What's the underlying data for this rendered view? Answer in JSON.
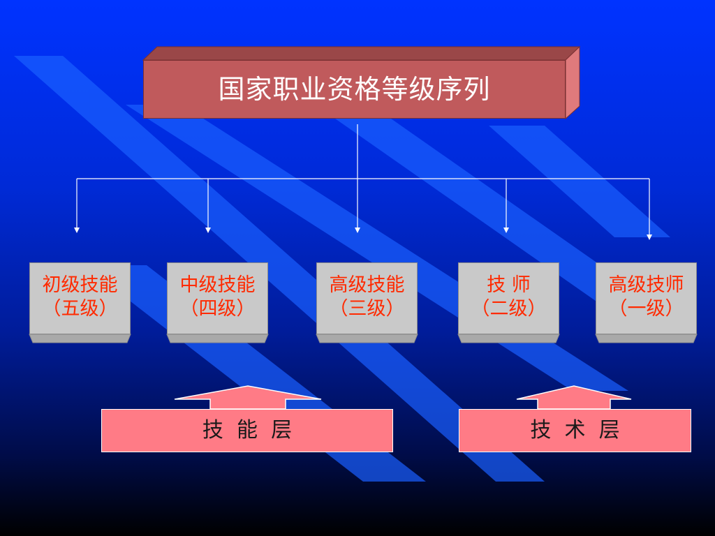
{
  "title": "国家职业资格等级序列",
  "levels": [
    {
      "name": "初级技能",
      "grade": "（五级）"
    },
    {
      "name": "中级技能",
      "grade": "（四级）"
    },
    {
      "name": "高级技能",
      "grade": "（三级）"
    },
    {
      "name": "技 师",
      "grade": "（二级）"
    },
    {
      "name": "高级技师",
      "grade": "（一级）"
    }
  ],
  "layers": [
    {
      "label": "技  能  层"
    },
    {
      "label": "技  术  层"
    }
  ],
  "colors": {
    "background_top": "#0033ff",
    "background_bottom": "#000000",
    "title_box": "#c05a5c",
    "level_box": "#c9c9c9",
    "level_text": "#ff2a00",
    "layer_box": "#ff7b86"
  }
}
